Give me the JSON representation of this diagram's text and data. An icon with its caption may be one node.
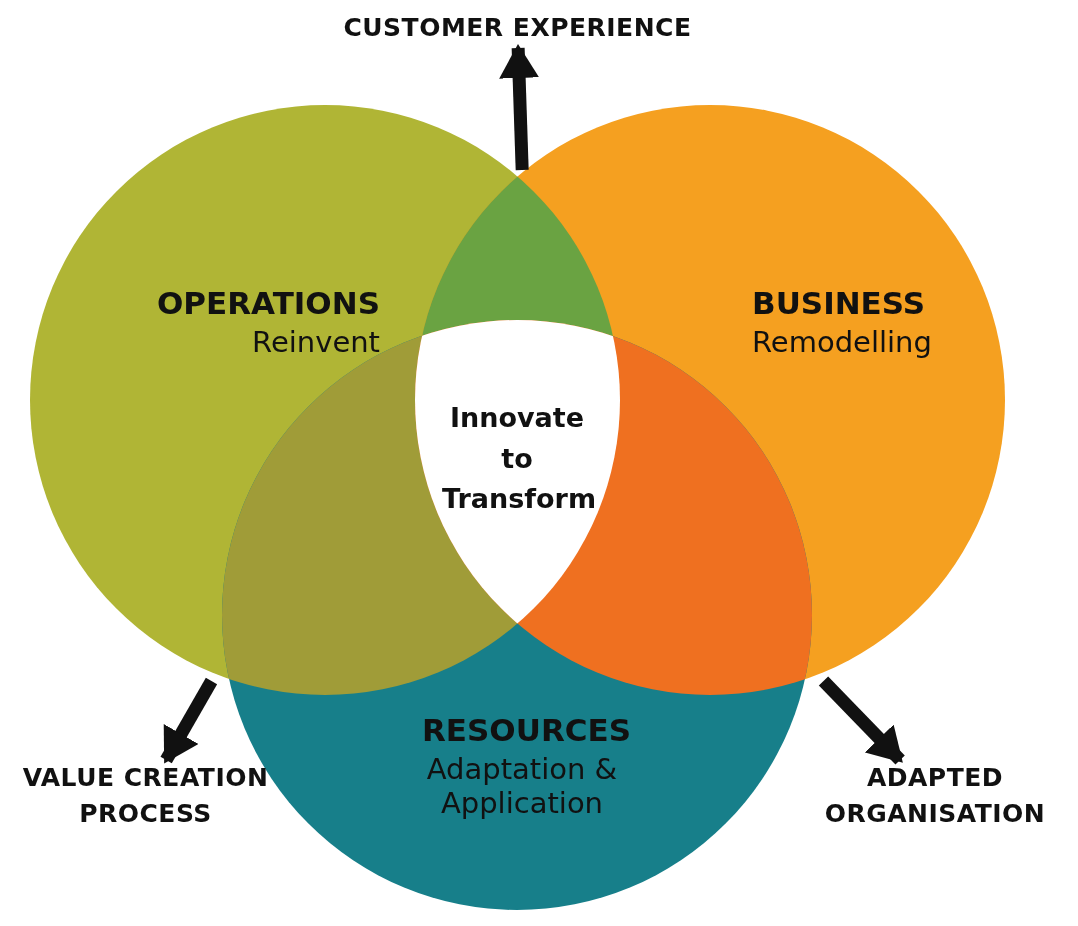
{
  "diagram": {
    "nodes": [
      {
        "text": [
          "OPERATIONS",
          "Reinvent"
        ]
      },
      {
        "text": [
          "BUSINESS",
          "Remodelling"
        ]
      },
      {
        "text": [
          "RESOURCES",
          "Adaptation & Application"
        ]
      },
      {
        "text": [
          "Innovate to Transform"
        ]
      },
      {
        "text": [
          "CUSTOMER EXPERIENCE"
        ]
      },
      {
        "text": [
          "VALUE CREATION PROCESS"
        ]
      },
      {
        "text": [
          "ADAPTED ORGANISATION"
        ]
      }
    ],
    "edges": [
      {
        "from": 0,
        "to": 4,
        "arrow": "to"
      },
      {
        "from": 0,
        "to": 5,
        "arrow": "to"
      },
      {
        "from": 1,
        "to": 6,
        "arrow": "to"
      }
    ]
  }
}
